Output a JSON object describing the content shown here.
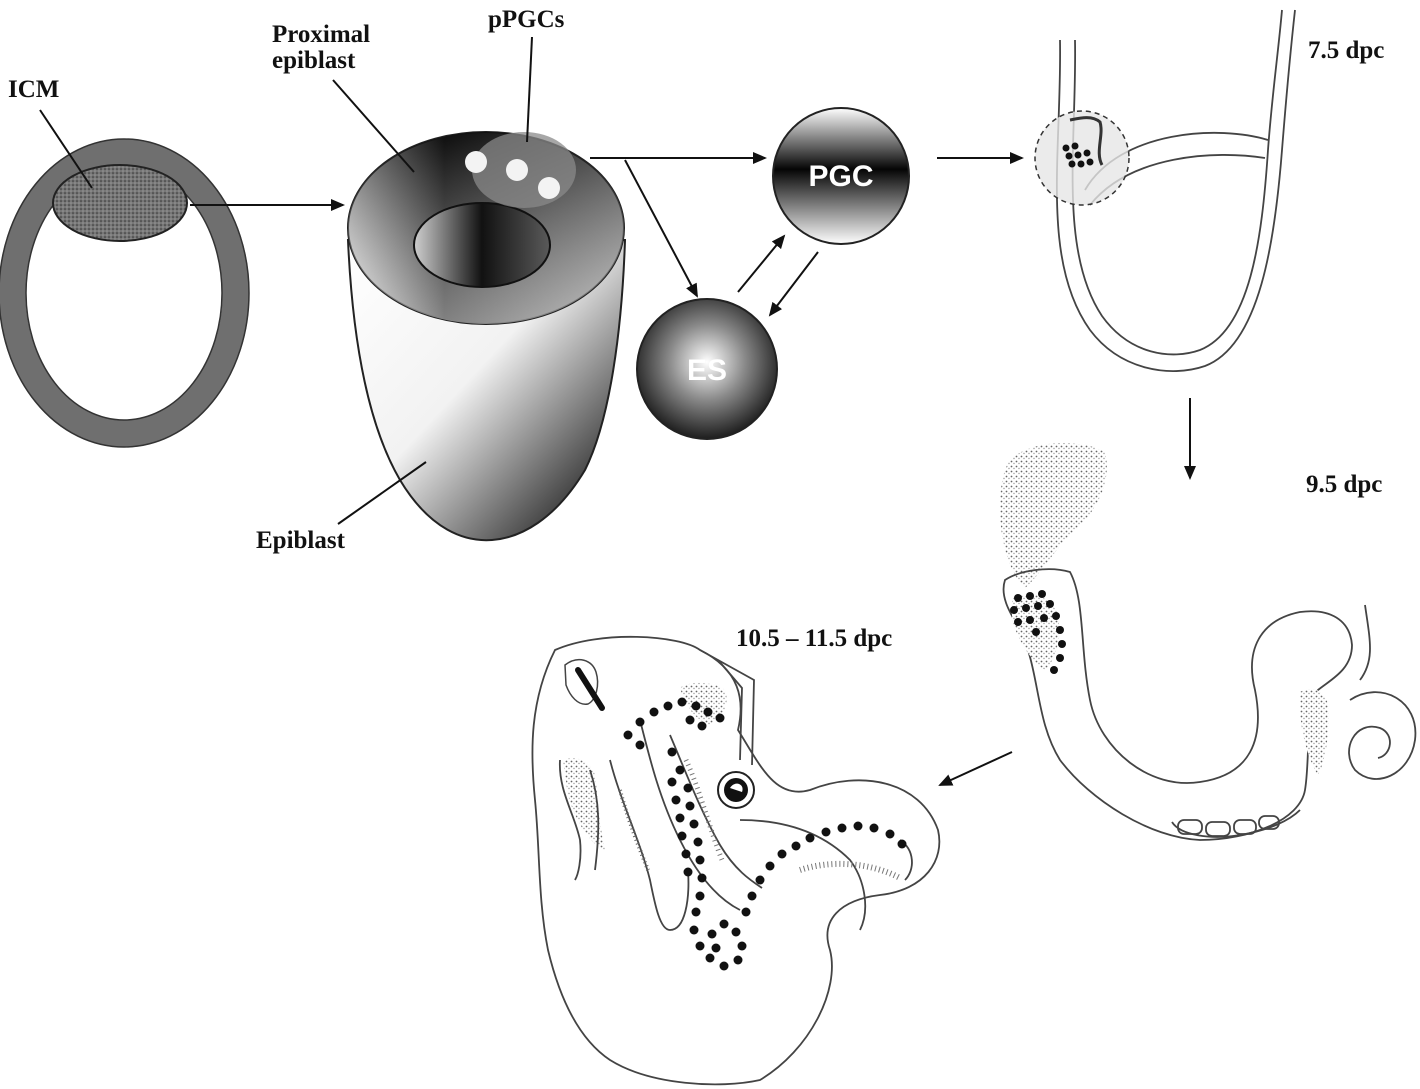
{
  "labels": {
    "icm": "ICM",
    "proximal_epiblast_line1": "Proximal",
    "proximal_epiblast_line2": "epiblast",
    "ppgcs": "pPGCs",
    "epiblast": "Epiblast",
    "pgc": "PGC",
    "es": "ES",
    "stage_7_5": "7.5 dpc",
    "stage_9_5": "9.5 dpc",
    "stage_10_5": "10.5 – 11.5 dpc"
  },
  "colors": {
    "blastocyst_ring": "#6f6f6f",
    "icm_fill": "#555555",
    "pgc_text": "#ffffff",
    "es_text": "#ffffff",
    "outline": "#444444"
  },
  "icons": {
    "blastocyst": "blastocyst-icon",
    "epiblast_cup": "epiblast-cup-icon",
    "pgc_cell": "pgc-cell-icon",
    "es_cell": "es-cell-icon",
    "embryo_7_5": "embryo-7-5-icon",
    "embryo_9_5": "embryo-9-5-icon",
    "embryo_10_5": "embryo-10-5-icon"
  }
}
